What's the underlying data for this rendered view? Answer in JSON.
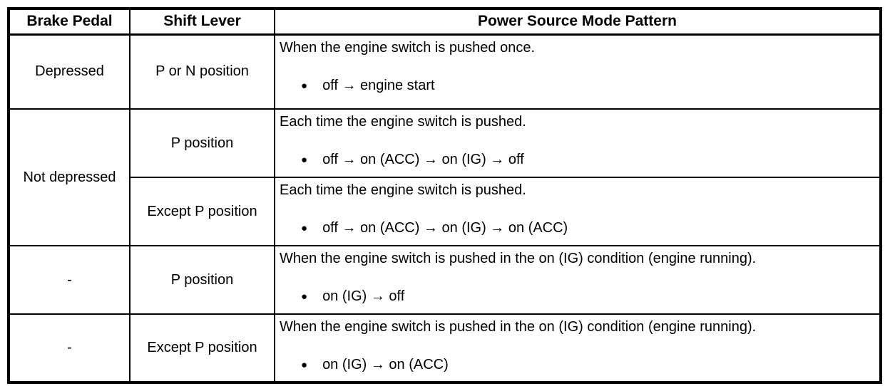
{
  "table": {
    "title_semantic": "Power source mode pattern table",
    "bullet_glyph": "●",
    "headers": [
      "Brake Pedal",
      "Shift Lever",
      "Power Source Mode Pattern"
    ],
    "rows": [
      {
        "brake_pedal": "Depressed",
        "shift_lever": "P or N position",
        "intro": "When the engine switch is pushed once.",
        "bullet": "off → engine start"
      },
      {
        "brake_pedal": "Not depressed",
        "shift_lever": "P position",
        "intro": "Each time the engine switch is pushed.",
        "bullet": "off → on (ACC) → on (IG) → off"
      },
      {
        "brake_pedal": "",
        "shift_lever": "Except P position",
        "intro": "Each time the engine switch is pushed.",
        "bullet": "off → on (ACC) → on (IG) → on (ACC)"
      },
      {
        "brake_pedal": "-",
        "shift_lever": "P position",
        "intro": "When the engine switch is pushed in the on (IG) condition (engine running).",
        "bullet": "on (IG) → off"
      },
      {
        "brake_pedal": "-",
        "shift_lever": "Except P position",
        "intro": "When the engine switch is pushed in the on (IG) condition (engine running).",
        "bullet": "on (IG) → on (ACC)"
      }
    ],
    "colors": {
      "border": "#000000",
      "background": "#ffffff",
      "text": "#000000"
    }
  }
}
